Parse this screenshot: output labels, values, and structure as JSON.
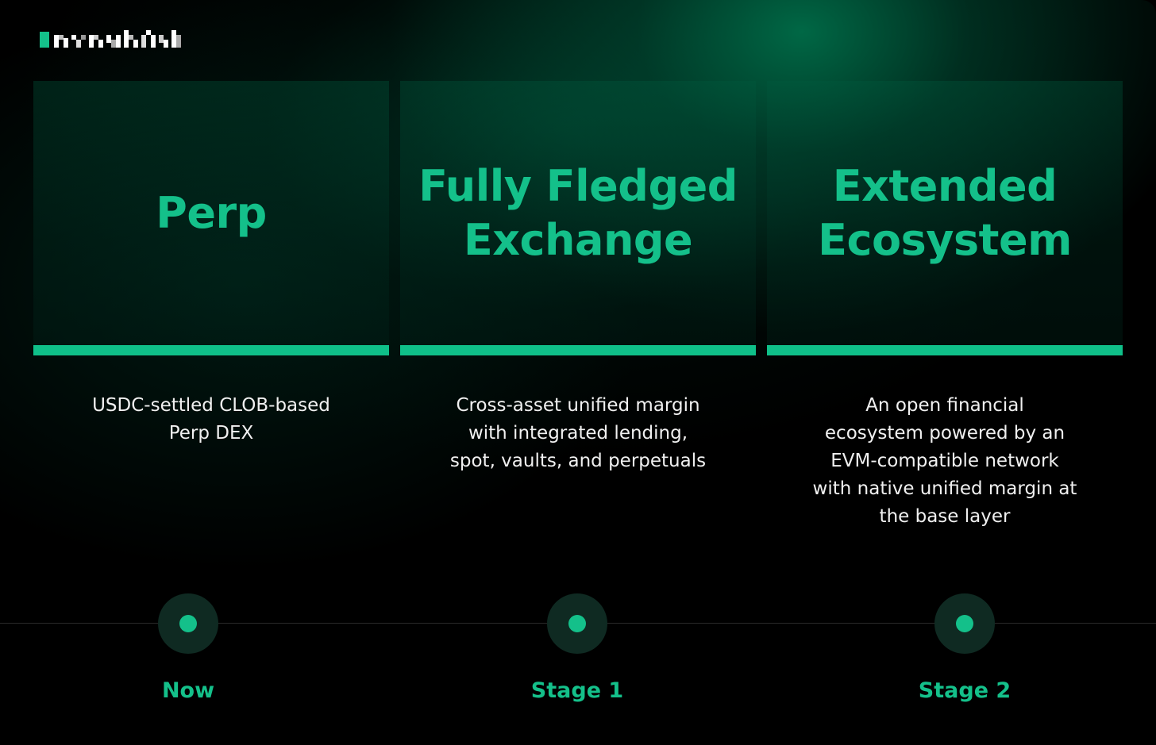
{
  "brand": {
    "logo_text": "hyperliquid",
    "accent_color": "#14c08a"
  },
  "stages": [
    {
      "title": "Perp",
      "description": [
        "USDC-settled CLOB-based",
        "Perp DEX"
      ],
      "label": "Now"
    },
    {
      "title": "Fully Fledged\nExchange",
      "description": [
        "Cross-asset unified margin",
        "with integrated lending,",
        "spot, vaults, and perpetuals"
      ],
      "label": "Stage 1"
    },
    {
      "title": "Extended\nEcosystem",
      "description": [
        "An open financial",
        "ecosystem powered by an",
        "EVM-compatible network",
        "with native unified margin at",
        "the base layer"
      ],
      "label": "Stage 2"
    }
  ]
}
